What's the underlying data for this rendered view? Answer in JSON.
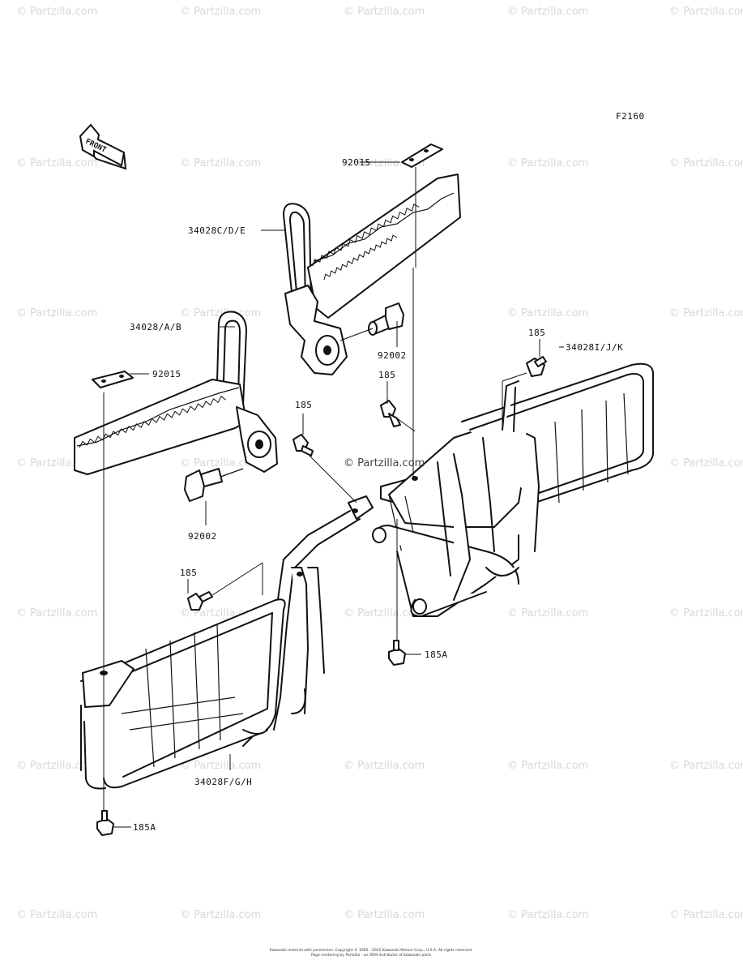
{
  "figure_code": "F2160",
  "front_indicator": "FRONT",
  "watermark": "© Partzilla.com",
  "center_watermark": "© Partzilla.com",
  "callouts": {
    "footpeg_cde": "34028C/D/E",
    "pad_upper": "92015",
    "bolt_upper": "92002",
    "bolt_185_upper_mid": "185",
    "bolt_185_upper_right": "185",
    "guard_ijk": "34028I/J/K",
    "footpeg_ab": "34028/A/B",
    "pad_lower": "92015",
    "bolt_185_center": "185",
    "bolt_lower": "92002",
    "bolt_185_left": "185",
    "bolt_185a_right": "185A",
    "guard_fgh": "34028F/G/H",
    "bolt_185a_left": "185A"
  },
  "footer": {
    "line1": "Kawasaki material with permission. Copyright © 1995 - 2015 Kawasaki Motors Corp., U.S.A. All rights reserved.",
    "line2": "Page rendering by Partzilla - an OEM distributor of Kawasaki parts"
  }
}
